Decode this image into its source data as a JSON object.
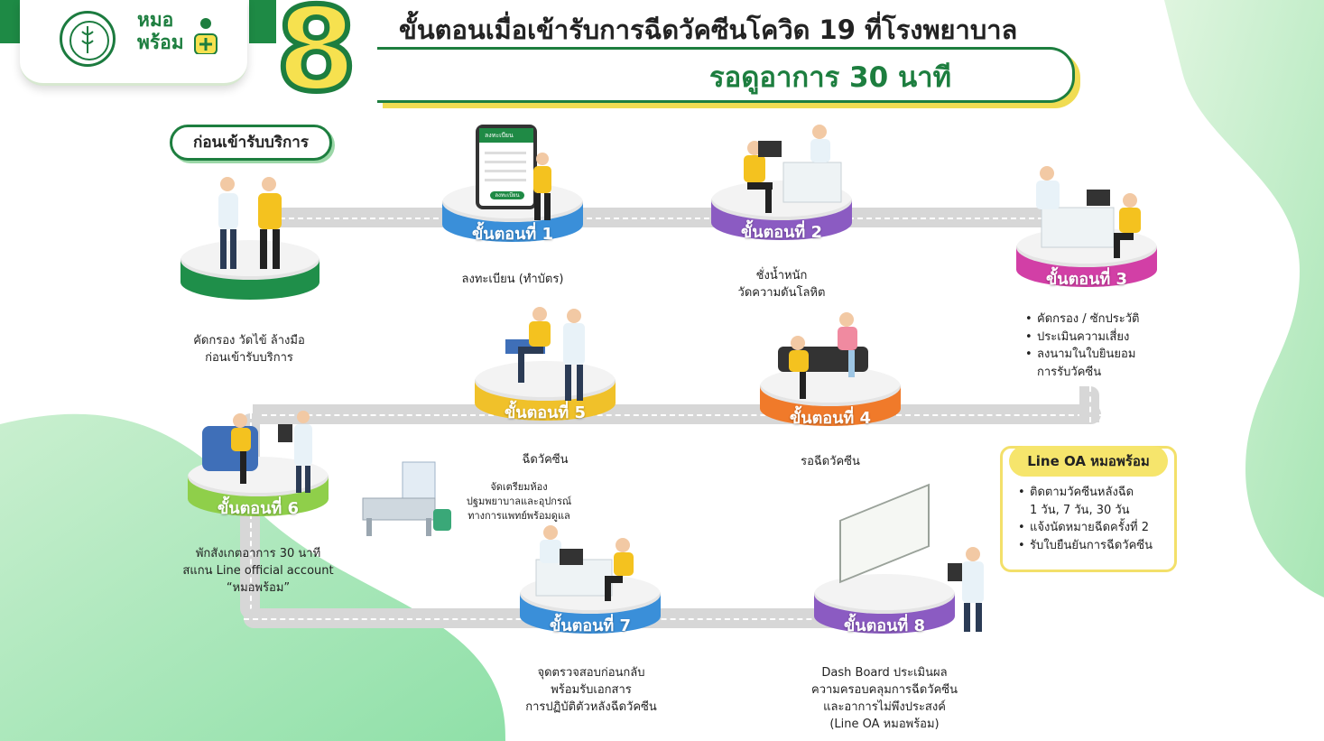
{
  "header": {
    "brand_line1": "หมอ",
    "brand_line2": "พร้อม",
    "big_number": "8",
    "title": "ขั้นตอนเมื่อเข้ารับการฉีดวัคซีนโควิด 19 ที่โรงพยาบาล",
    "subtitle": "รอดูอาการ 30 นาที"
  },
  "before_service": {
    "label": "ก่อนเข้ารับบริการ",
    "caption_lines": [
      "คัดกรอง วัดไข้ ล้างมือ",
      "ก่อนเข้ารับบริการ"
    ]
  },
  "steps": [
    {
      "label": "ขั้นตอนที่ 1",
      "caption_lines": [
        "ลงทะเบียน (ทำบัตร)"
      ]
    },
    {
      "label": "ขั้นตอนที่ 2",
      "caption_lines": [
        "ชั่งน้ำหนัก",
        "วัดความดันโลหิต"
      ]
    },
    {
      "label": "ขั้นตอนที่ 3",
      "bullets": [
        "คัดกรอง / ซักประวัติ",
        "ประเมินความเสี่ยง",
        "ลงนามในใบยินยอม",
        "การรับวัคซีน"
      ]
    },
    {
      "label": "ขั้นตอนที่ 4",
      "caption_lines": [
        "รอฉีดวัคซีน"
      ]
    },
    {
      "label": "ขั้นตอนที่ 5",
      "caption_lines": [
        "ฉีดวัคซีน"
      ]
    },
    {
      "label": "ขั้นตอนที่ 6",
      "caption_lines": [
        "พักสังเกตอาการ 30 นาที",
        "สแกน Line official account",
        "“หมอพร้อม”"
      ]
    },
    {
      "label": "ขั้นตอนที่ 7",
      "caption_lines": [
        "จุดตรวจสอบก่อนกลับ",
        "พร้อมรับเอกสาร",
        "การปฏิบัติตัวหลังฉีดวัคซีน"
      ]
    },
    {
      "label": "ขั้นตอนที่ 8",
      "caption_lines": [
        "Dash Board ประเมินผล",
        "ความครอบคลุมการฉีดวัคซีน",
        "และอาการไม่พึงประสงค์",
        "(Line OA หมอพร้อม)"
      ]
    }
  ],
  "emergency_room": {
    "caption_lines": [
      "จัดเตรียมห้อง",
      "ปฐมพยาบาลและอุปกรณ์",
      "ทางการแพทย์พร้อมดูแล"
    ]
  },
  "registration_tablet": {
    "header": "ลงทะเบียน",
    "button": "ลงทะเบียน"
  },
  "line_oa": {
    "title": "Line OA หมอพร้อม",
    "bullets": [
      "ติดตามวัคซีนหลังฉีด",
      "1 วัน, 7 วัน, 30 วัน",
      "แจ้งนัดหมายฉีดครั้งที่ 2",
      "รับใบยืนยันการฉีดวัคซีน"
    ]
  },
  "colors": {
    "brand_green": "#1d7e3f",
    "accent_yellow": "#f6e14f",
    "before": "#1f8f4a",
    "step1": "#3a8fd9",
    "step2": "#8b5bc2",
    "step3": "#d23fa6",
    "step4": "#f07a2a",
    "step5": "#f0c12a",
    "step6": "#8fcf4a",
    "step7": "#3a8fd9",
    "step8": "#8b5bc2"
  }
}
